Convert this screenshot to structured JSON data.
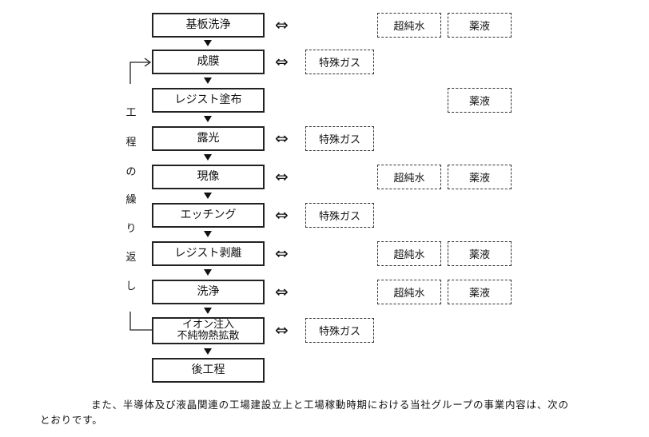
{
  "steps": [
    {
      "label": "基板洗浄"
    },
    {
      "label": "成膜"
    },
    {
      "label": "レジスト塗布"
    },
    {
      "label": "露光"
    },
    {
      "label": "現像"
    },
    {
      "label": "エッチング"
    },
    {
      "label": "レジスト剥離"
    },
    {
      "label": "洗浄"
    },
    {
      "label_line1": "イオン注入",
      "label_line2": "不純物熱拡散"
    },
    {
      "label": "後工程"
    }
  ],
  "materials": {
    "gas": "特殊ガス",
    "water": "超純水",
    "chem": "薬液"
  },
  "symbols": {
    "double_arrow": "⇔"
  },
  "loop_label": [
    "工",
    "程",
    "の",
    "繰",
    "り",
    "返",
    "し"
  ],
  "note": {
    "line1": "また、半導体及び液晶関連の工場建設立上と工場稼動時期における当社グループの事業内容は、次の",
    "line2": "とおりです。"
  }
}
